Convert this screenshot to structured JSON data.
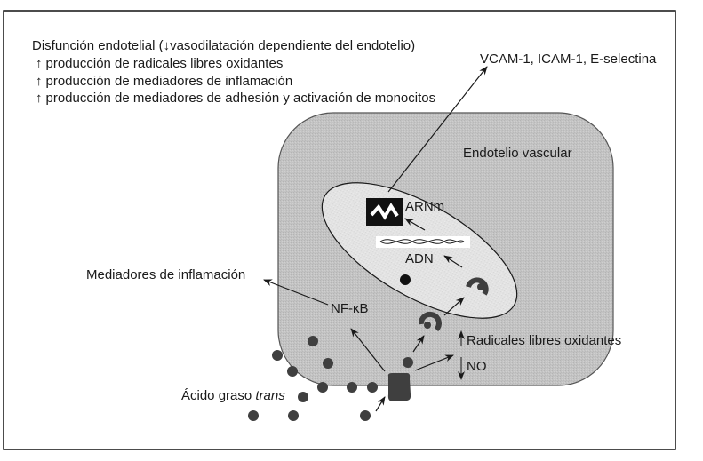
{
  "figure": {
    "colors": {
      "cell_fill": "#c3c3c3",
      "nucleus_fill": "#e2e2e2",
      "particle": "#3f3f3f",
      "outline": "#1a1a1a",
      "frame": "#111111"
    },
    "header": {
      "title": "Disfunción endotelial (",
      "title_arrow": "↓",
      "title_rest": "vasodilatación dependiente del endotelio)",
      "items": [
        {
          "arrow": "↑",
          "text": "producción de radicales libres oxidantes"
        },
        {
          "arrow": "↑",
          "text": "producción de mediadores de inflamación"
        },
        {
          "arrow": "↑",
          "text": "producción de mediadores de adhesión y activación de monocitos"
        }
      ]
    },
    "labels": {
      "adhesion_molecules": "VCAM-1, ICAM-1, E-selectina",
      "cell": "Endotelio vascular",
      "mrna": "ARNm",
      "dna": "ADN",
      "inflammation_mediators": "Mediadores de inflamación",
      "nfkb": "NF-κB",
      "radicals": "Radicales libres oxidantes",
      "no": "NO",
      "trans_fat_prefix": "Ácido graso ",
      "trans_fat_italic": "trans"
    }
  }
}
